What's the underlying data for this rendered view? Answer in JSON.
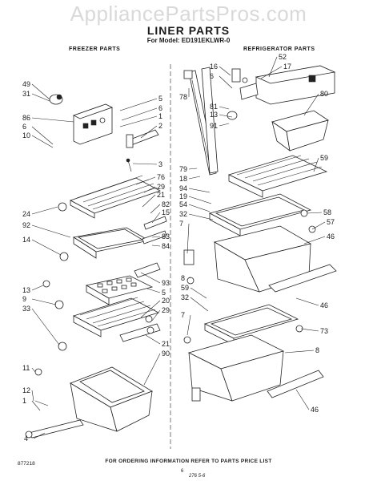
{
  "watermark": "AppliancePartsPros.com",
  "title": "LINER PARTS",
  "model_line": "For Model: ED191EKLWR-0",
  "sections": {
    "freezer": "FREEZER PARTS",
    "refrigerator": "REFRIGERATOR PARTS"
  },
  "callouts": [
    "49",
    "31",
    "86",
    "6",
    "10",
    "5",
    "6",
    "1",
    "2",
    "3",
    "76",
    "29",
    "21",
    "24",
    "92",
    "14",
    "82",
    "15",
    "83",
    "84",
    "93",
    "13",
    "9",
    "33",
    "5",
    "20",
    "29",
    "21",
    "90",
    "11",
    "12",
    "1",
    "4",
    "16",
    "6",
    "52",
    "17",
    "78",
    "81",
    "13",
    "91",
    "80",
    "79",
    "18",
    "94",
    "19",
    "59",
    "54",
    "32",
    "7",
    "58",
    "57",
    "46",
    "8",
    "46",
    "59",
    "32",
    "7",
    "73",
    "8",
    "46"
  ],
  "footer": "FOR ORDERING INFORMATION REFER TO PARTS PRICE LIST",
  "doc_number": "877218",
  "page_number": "6",
  "handwriting": "276 5-6"
}
